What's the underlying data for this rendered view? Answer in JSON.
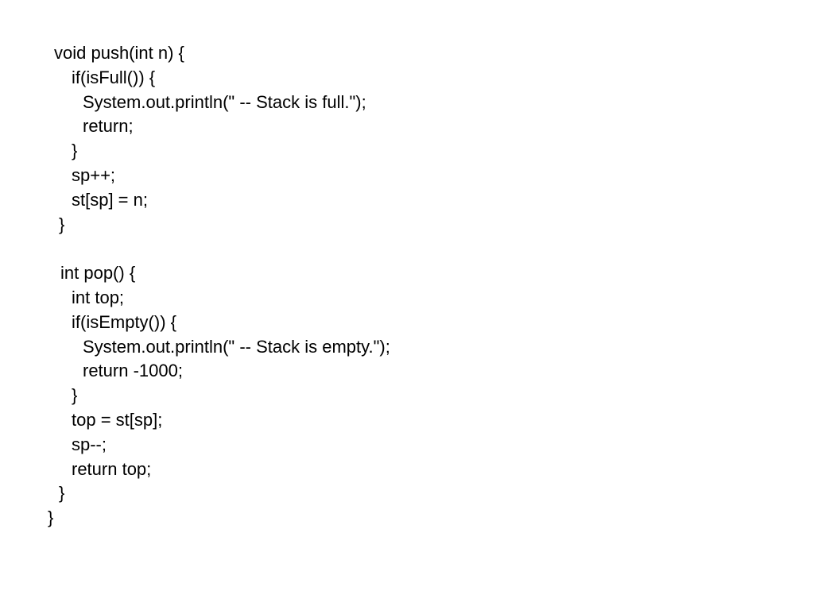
{
  "slide": {
    "text_color": "#000000",
    "background_color": "#ffffff",
    "code_lines": [
      "void push(int n) {",
      "if(isFull()) {",
      "System.out.println(\" -- Stack is full.\");",
      "return;",
      "}",
      "sp++;",
      "st[sp] = n;",
      "}",
      "",
      "int pop() {",
      "int top;",
      "if(isEmpty()) {",
      "System.out.println(\" -- Stack is empty.\");",
      "return -1000;",
      "}",
      "top = st[sp];",
      "sp--;",
      "return top;",
      "}",
      "}"
    ]
  }
}
